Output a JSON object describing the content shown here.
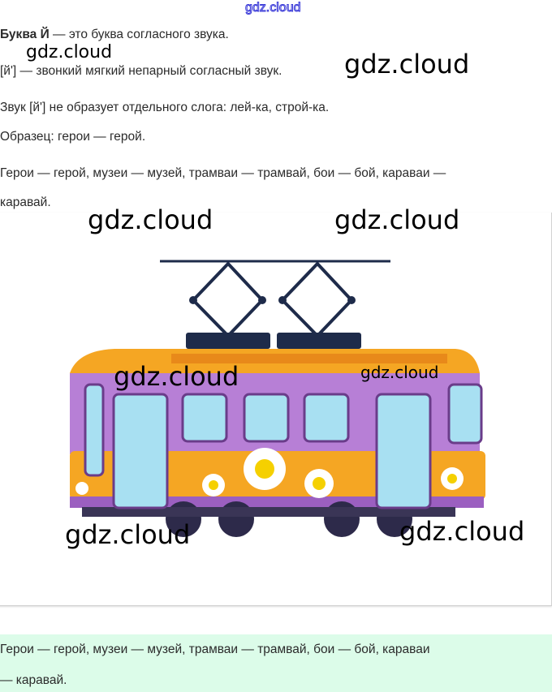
{
  "watermark": "gdz.cloud",
  "theory": {
    "line1_bold": "Буква Й",
    "line1_rest": " — это буква согласного звука.",
    "line2": "[й'] — звонкий мягкий непарный согласный звук.",
    "line3": "Звук [й'] не образует отдельного слога: лей-ка, строй-ка.",
    "line4": "Образец: герои — герой.",
    "task_line1": "Герои — герой, музеи — музей, трамваи — трамвай, бои — бой, караваи —",
    "task_line2": "каравай."
  },
  "figure": {
    "icon": "tram-illustration"
  },
  "answer": {
    "line1": "Герои — герой, музеи — музей, трамваи — трамвай, бои — бой, караваи",
    "line2": "— каравай."
  },
  "colors": {
    "answer_bg": "#dcfce9",
    "tram_body": "#b77fd6",
    "tram_roof": "#f5a623"
  }
}
